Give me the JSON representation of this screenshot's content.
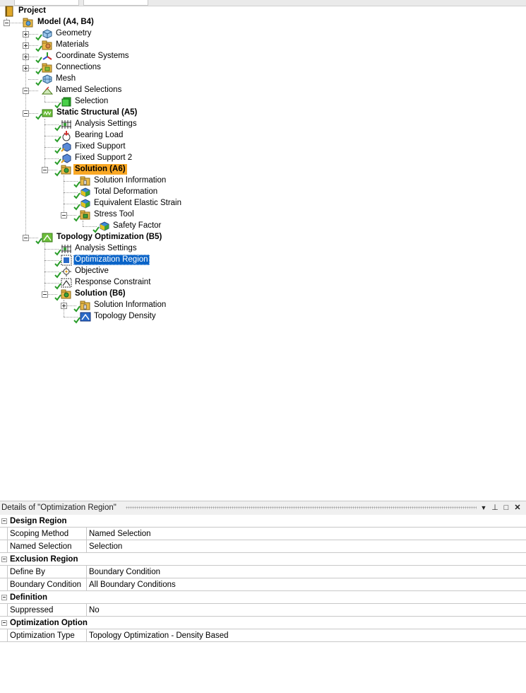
{
  "tree": {
    "project": "Project",
    "model": "Model (A4, B4)",
    "geometry": "Geometry",
    "materials": "Materials",
    "coordinate_systems": "Coordinate Systems",
    "connections": "Connections",
    "mesh": "Mesh",
    "named_selections": "Named Selections",
    "selection": "Selection",
    "static_structural": "Static Structural (A5)",
    "analysis_settings_a": "Analysis Settings",
    "bearing_load": "Bearing Load",
    "fixed_support": "Fixed Support",
    "fixed_support_2": "Fixed Support 2",
    "solution_a6": "Solution (A6)",
    "solution_information_a": "Solution Information",
    "total_deformation": "Total Deformation",
    "equivalent_elastic_strain": "Equivalent Elastic Strain",
    "stress_tool": "Stress Tool",
    "safety_factor": "Safety Factor",
    "topology_optimization": "Topology Optimization (B5)",
    "analysis_settings_b": "Analysis Settings",
    "optimization_region": "Optimization Region",
    "objective": "Objective",
    "response_constraint": "Response Constraint",
    "solution_b6": "Solution (B6)",
    "solution_information_b": "Solution Information",
    "topology_density": "Topology Density"
  },
  "details": {
    "title": "Details of \"Optimization Region\"",
    "buttons": {
      "dropdown": "▼",
      "pin": "⊥",
      "maximize": "□",
      "close": "✕"
    },
    "rows": [
      {
        "category": "Design Region"
      },
      {
        "prop": "Scoping Method",
        "value": "Named Selection"
      },
      {
        "prop": "Named Selection",
        "value": "Selection"
      },
      {
        "category": "Exclusion Region"
      },
      {
        "prop": "Define By",
        "value": "Boundary Condition"
      },
      {
        "prop": "Boundary Condition",
        "value": "All Boundary Conditions"
      },
      {
        "category": "Definition"
      },
      {
        "prop": "Suppressed",
        "value": "No"
      },
      {
        "category": "Optimization Option"
      },
      {
        "prop": "Optimization Type",
        "value": "Topology Optimization - Density Based"
      }
    ]
  },
  "colors": {
    "selection": "#0a64c8",
    "highlight": "#f9a825",
    "check": "#2a9d2a",
    "folder": "#e9b949",
    "analysis_green": "#6cbf3a"
  }
}
